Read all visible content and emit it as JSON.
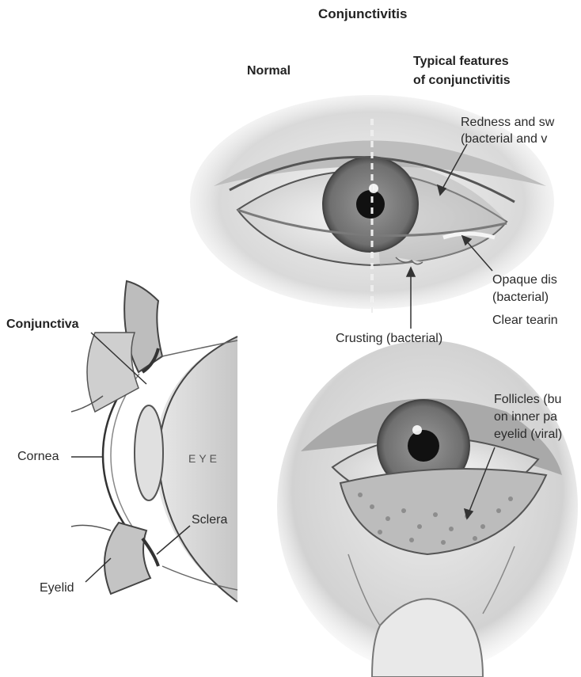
{
  "title": "Conjunctivitis",
  "headers": {
    "normal": "Normal",
    "typical_line1": "Typical features",
    "typical_line2": "of conjunctivitis"
  },
  "labels": {
    "redness_line1": "Redness and sw",
    "redness_line2": "(bacterial and v",
    "opaque_line1": "Opaque dis",
    "opaque_line2": "(bacterial)",
    "clear_tearing": "Clear tearin",
    "crusting": "Crusting (bacterial)",
    "follicles_line1": "Follicles (bu",
    "follicles_line2": "on inner pa",
    "follicles_line3": "eyelid (viral)",
    "conjunctiva": "Conjunctiva",
    "cornea": "Cornea",
    "eye": "EYE",
    "sclera": "Sclera",
    "eyelid": "Eyelid"
  }
}
